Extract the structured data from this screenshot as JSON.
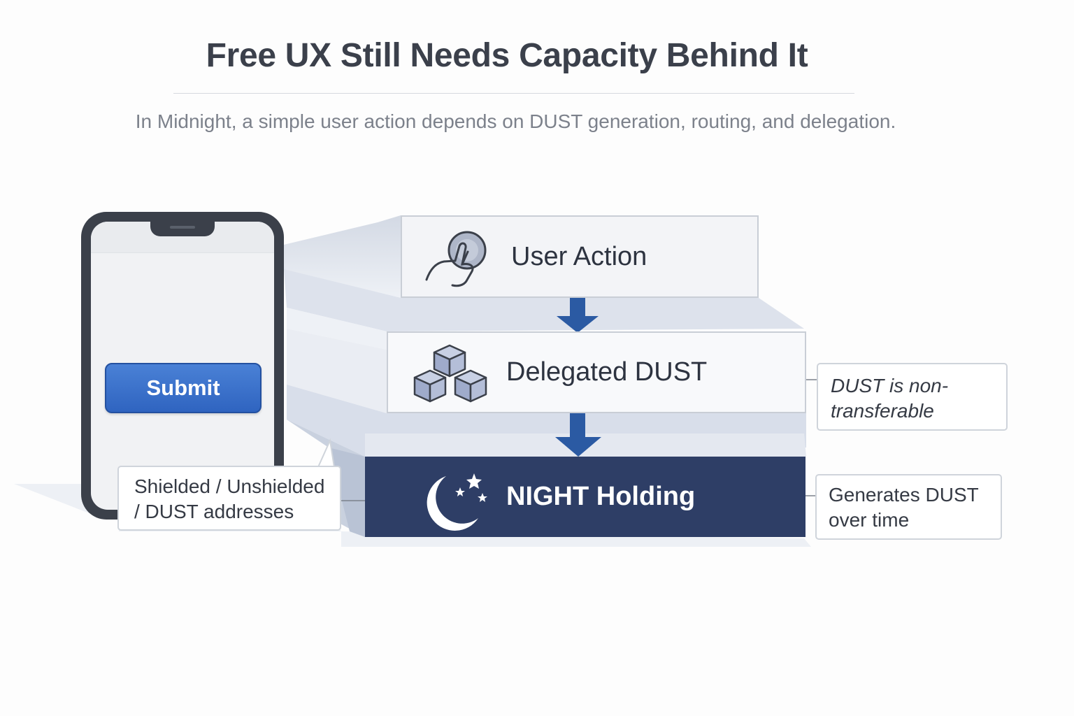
{
  "header": {
    "title": "Free UX Still Needs Capacity Behind It",
    "subtitle": "In Midnight, a simple user action depends on DUST generation, routing, and delegation."
  },
  "phone": {
    "submit_label": "Submit"
  },
  "layers": [
    {
      "label": "User Action",
      "icon": "hand-tap-icon"
    },
    {
      "label": "Delegated DUST",
      "icon": "cubes-icon"
    },
    {
      "label": "NIGHT Holding",
      "icon": "moon-stars-icon"
    }
  ],
  "callouts": {
    "addresses": [
      "Shielded / Unshielded",
      "/ DUST addresses"
    ],
    "non_transferable": [
      "DUST is non-",
      "transferable"
    ],
    "generates": [
      "Generates DUST",
      "over time"
    ]
  },
  "colors": {
    "accent_blue": "#2f64c0",
    "arrow_blue": "#2b5aa3",
    "night_navy": "#2e3e66",
    "title": "#3b404b"
  }
}
